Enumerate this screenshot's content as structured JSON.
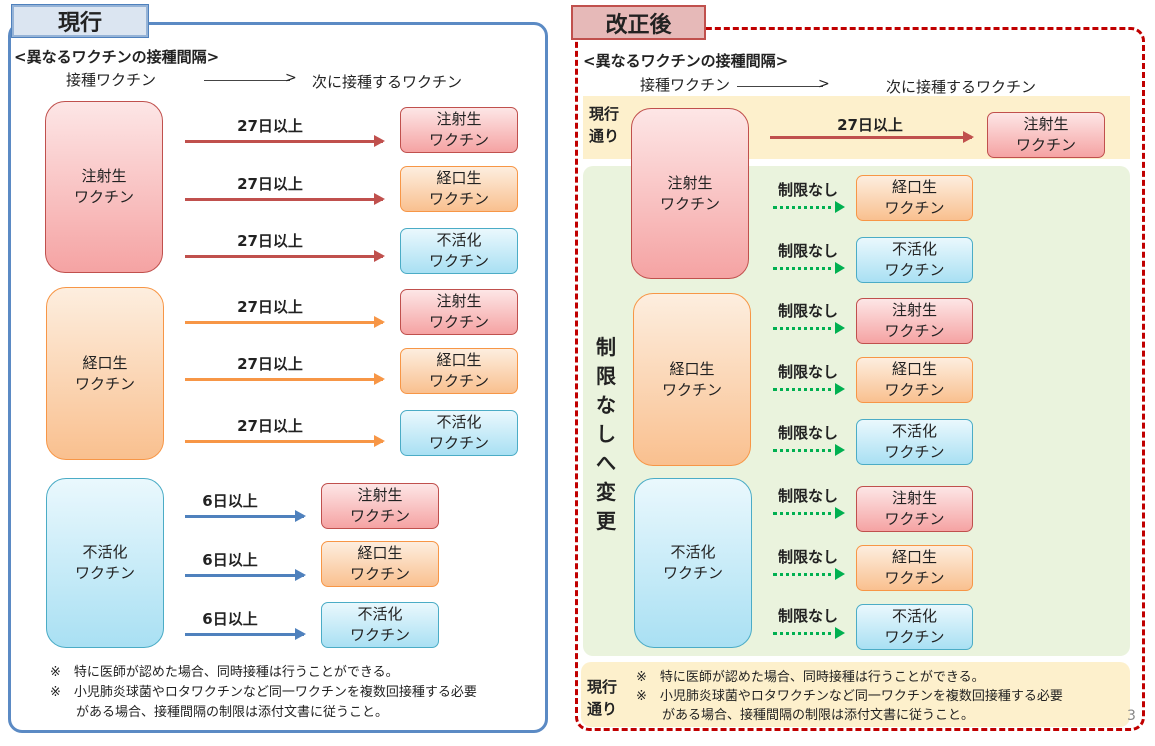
{
  "current": {
    "title": "現行",
    "subtitle": "<異なるワクチンの接種間隔>",
    "from_label": "接種ワクチン",
    "to_label": "次に接種するワクチン",
    "sources": [
      "注射生\nワクチン",
      "経口生\nワクチン",
      "不活化\nワクチン"
    ],
    "intervals": [
      "27日以上",
      "27日以上",
      "27日以上",
      "27日以上",
      "27日以上",
      "27日以上",
      "6日以上",
      "6日以上",
      "6日以上"
    ],
    "targets": [
      "注射生\nワクチン",
      "経口生\nワクチン",
      "不活化\nワクチン"
    ],
    "notes": [
      "※　特に医師が認めた場合、同時接種は行うことができる。",
      "※　小児肺炎球菌やロタワクチンなど同一ワクチンを複数回接種する必要",
      "　　がある場合、接種間隔の制限は添付文書に従うこと。"
    ]
  },
  "revised": {
    "title": "改正後",
    "subtitle": "<異なるワクチンの接種間隔>",
    "from_label": "接種ワクチン",
    "to_label": "次に接種するワクチン",
    "unchanged_label": "現行\n通り",
    "top_interval": "27日以上",
    "top_target": "注射生\nワクチン",
    "change_label": "制限なしへ変更",
    "sources": [
      "注射生\nワクチン",
      "経口生\nワクチン",
      "不活化\nワクチン"
    ],
    "intervals": [
      "制限なし",
      "制限なし",
      "制限なし",
      "制限なし",
      "制限なし",
      "制限なし",
      "制限なし",
      "制限なし"
    ],
    "targets": [
      "経口生\nワクチン",
      "不活化\nワクチン",
      "注射生\nワクチン",
      "経口生\nワクチン",
      "不活化\nワクチン",
      "注射生\nワクチン",
      "経口生\nワクチン",
      "不活化\nワクチン"
    ],
    "footer_label": "現行\n通り",
    "notes": [
      "※　特に医師が認めた場合、同時接種は行うことができる。",
      "※　小児肺炎球菌やロタワクチンなど同一ワクチンを複数回接種する必要",
      "　　がある場合、接種間隔の制限は添付文書に従うこと。"
    ]
  },
  "page_number": "3",
  "colors": {
    "injected": "#c0504d",
    "oral": "#f79646",
    "inactivated": "#4f81bd",
    "no_limit": "#00b050",
    "dashed_border": "#c00000"
  }
}
